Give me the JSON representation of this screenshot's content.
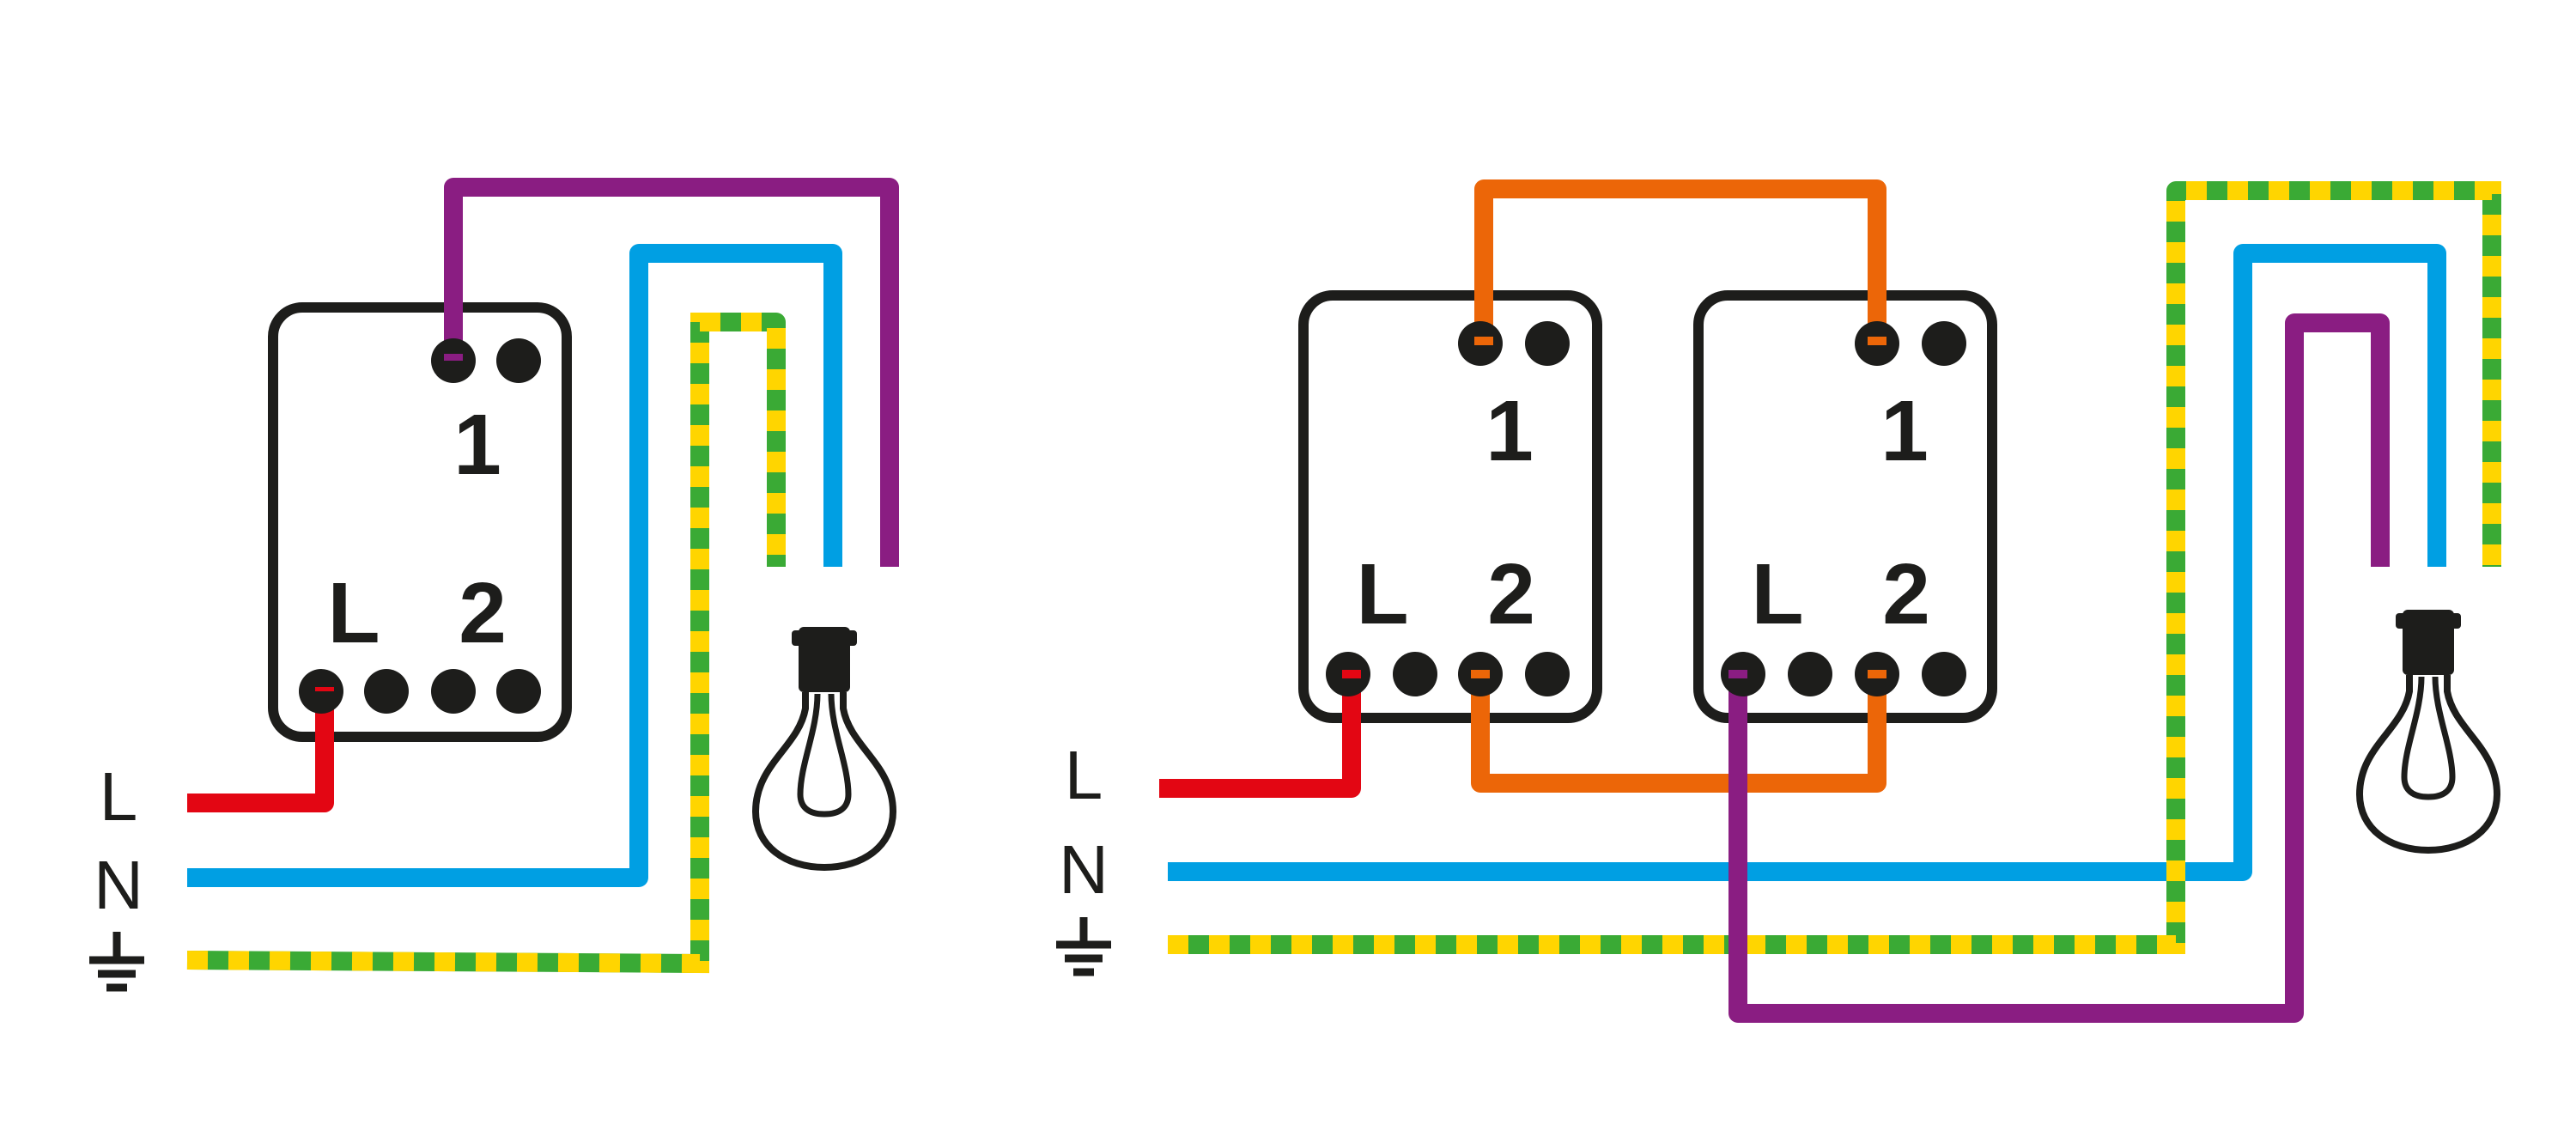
{
  "colors": {
    "line": "#e30613",
    "neutral": "#009fe3",
    "switch_wire": "#8a1d82",
    "traveller": "#ec6608",
    "earth_green": "#3aaa35",
    "earth_yellow": "#ffd500",
    "outline": "#1d1d1b"
  },
  "icons": {
    "earth": "earth-ground-icon",
    "lamp": "light-bulb-icon"
  },
  "diagrams": [
    {
      "name": "single-switch",
      "supply_labels": {
        "live": "L",
        "neutral": "N"
      },
      "switch": {
        "terminal_1": "1",
        "terminal_L": "L",
        "terminal_2": "2"
      }
    },
    {
      "name": "two-way-switch",
      "supply_labels": {
        "live": "L",
        "neutral": "N"
      },
      "switch_a": {
        "terminal_1": "1",
        "terminal_L": "L",
        "terminal_2": "2"
      },
      "switch_b": {
        "terminal_1": "1",
        "terminal_L": "L",
        "terminal_2": "2"
      }
    }
  ]
}
